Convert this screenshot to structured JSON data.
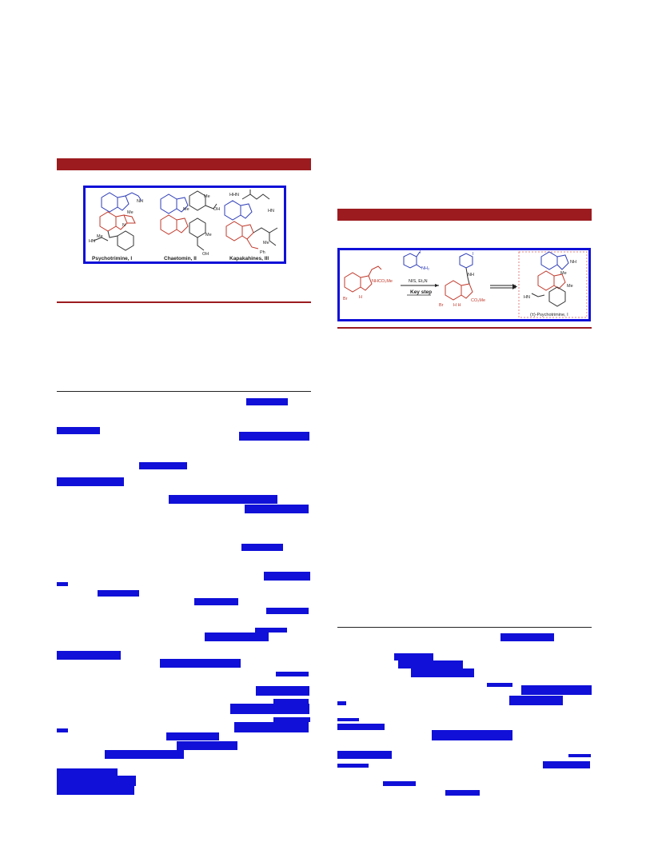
{
  "figure1": {
    "labels": [
      "Psychotrimine, I",
      "Chaetomin, II",
      "Kapakahines, III"
    ]
  },
  "scheme": {
    "reagent_label": "NIS, Et₃N",
    "key_step_label": "Key step",
    "start_substituent": "NHCO₂Me",
    "product_label": "(±)-Psychotrimine, I",
    "intermediate_ester": "CO₂Me",
    "bromo": "Br"
  },
  "colors": {
    "header_bar": "#9b1b1f",
    "redaction": "#1010d8",
    "frame": "#1010d8",
    "red_structure": "#c0392b",
    "blue_structure": "#2e3db8"
  }
}
